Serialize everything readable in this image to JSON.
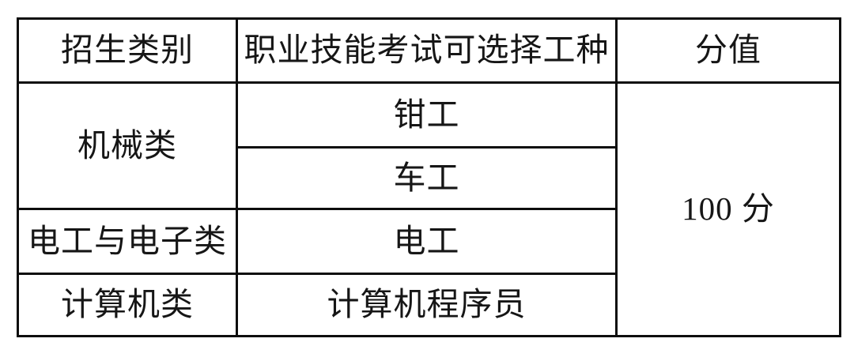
{
  "document": {
    "background_color": "#ffffff",
    "border_color": "#0d0d0d",
    "text_color": "#161616"
  },
  "table": {
    "columns": [
      "招生类别",
      "职业技能考试可选择工种",
      "分值"
    ],
    "groups": [
      {
        "category": "机械类",
        "trades": [
          "钳工",
          "车工"
        ]
      },
      {
        "category": "电工与电子类",
        "trades": [
          "电工"
        ]
      },
      {
        "category": "计算机类",
        "trades": [
          "计算机程序员"
        ]
      }
    ],
    "score": "100 分"
  }
}
